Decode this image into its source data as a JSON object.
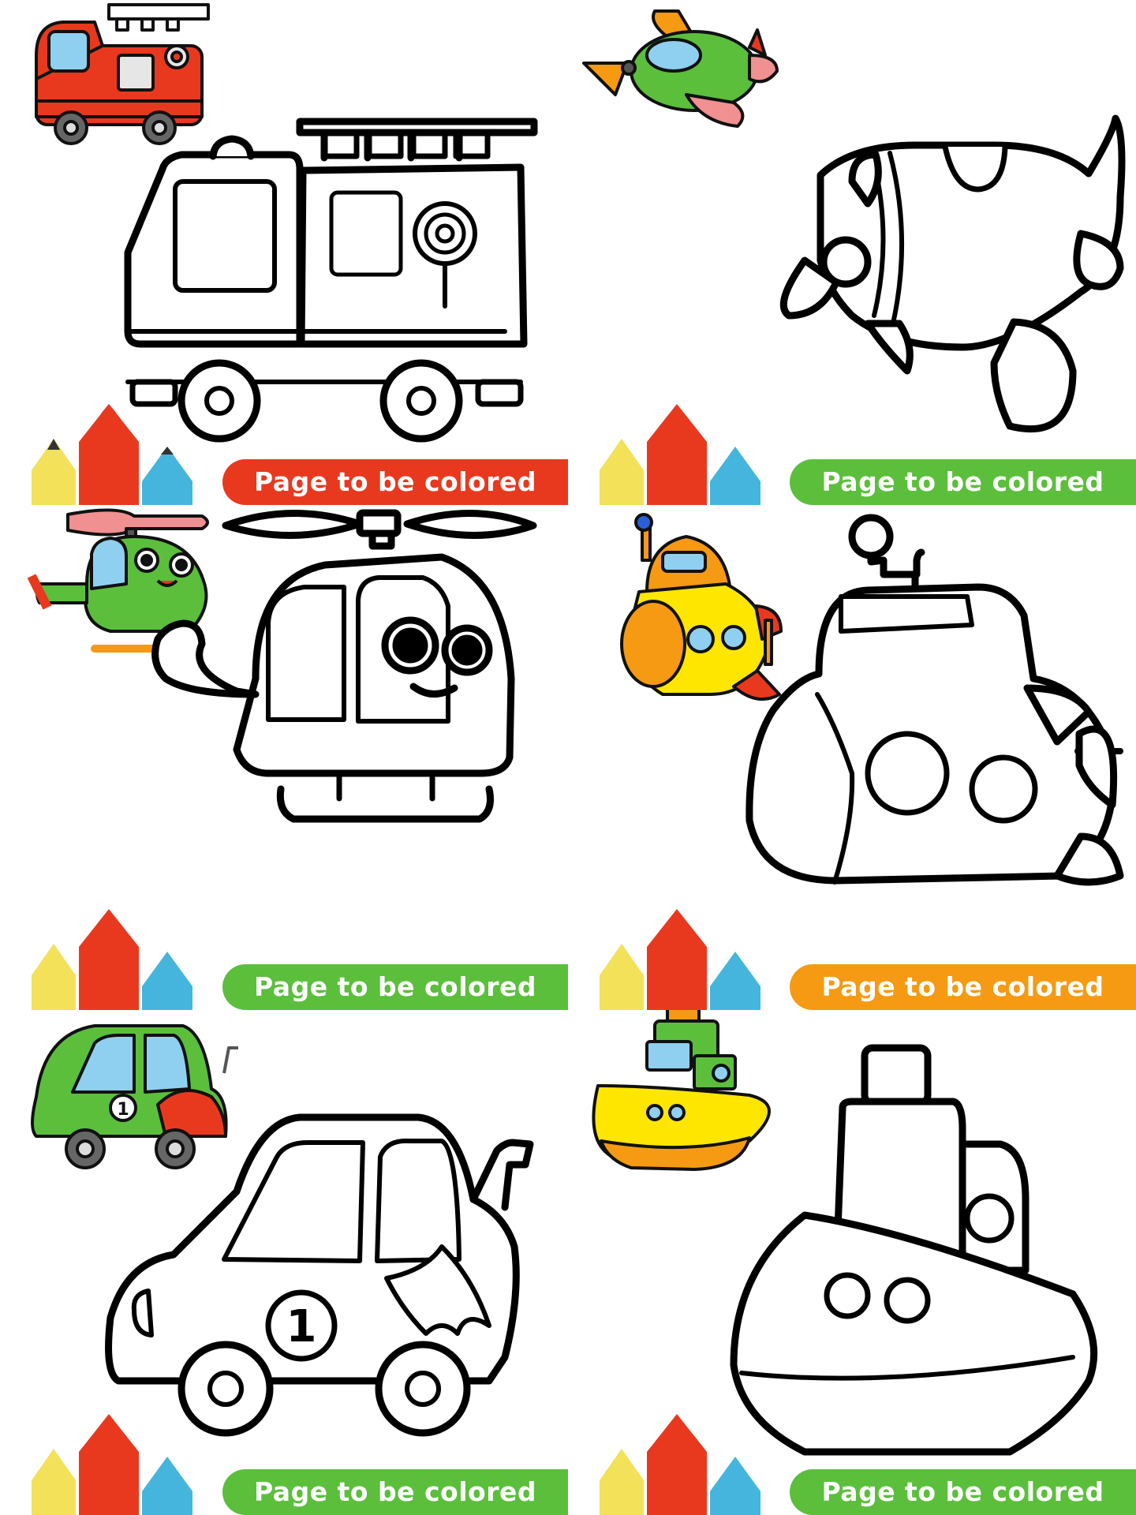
{
  "panels": [
    {
      "id": "fire-truck",
      "label": "Page to be colored",
      "label_color": "#e8391f",
      "icons": [
        "fire-truck-icon",
        "fire-truck-outline"
      ]
    },
    {
      "id": "airplane",
      "label": "Page to be colored",
      "label_color": "#5bbf3c",
      "icons": [
        "airplane-icon",
        "airplane-outline"
      ]
    },
    {
      "id": "helicopter",
      "label": "Page to be colored",
      "label_color": "#5bbf3c",
      "icons": [
        "helicopter-icon",
        "helicopter-outline"
      ]
    },
    {
      "id": "submarine",
      "label": "Page to be colored",
      "label_color": "#f59a12",
      "icons": [
        "submarine-icon",
        "submarine-outline"
      ]
    },
    {
      "id": "race-car",
      "label": "Page to be colored",
      "label_color": "#5bbf3c",
      "icons": [
        "race-car-icon",
        "race-car-outline"
      ]
    },
    {
      "id": "boat",
      "label": "Page to be colored",
      "label_color": "#5bbf3c",
      "icons": [
        "boat-icon",
        "boat-outline"
      ]
    }
  ],
  "car_number": "1",
  "colors": {
    "red": "#e8391f",
    "green": "#5bbf3c",
    "orange": "#f59a12",
    "yellow": "#ffe600",
    "blue": "#8fd0f0",
    "outline": "#000000"
  }
}
